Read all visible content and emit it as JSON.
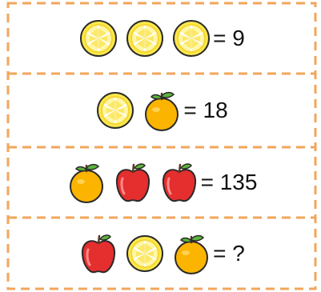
{
  "colors": {
    "border": "#F2A65A",
    "lemon": "#FCE84A",
    "orange": "#FBB400",
    "apple": "#E52E2E",
    "outline": "#2A2A2A"
  },
  "rows": [
    {
      "fruits": [
        "lemon-slice-icon",
        "lemon-slice-icon",
        "lemon-slice-icon"
      ],
      "equation": "= 9"
    },
    {
      "fruits": [
        "lemon-slice-icon",
        "orange-icon"
      ],
      "equation": "= 18"
    },
    {
      "fruits": [
        "orange-icon",
        "apple-icon",
        "apple-icon"
      ],
      "equation": "= 135"
    },
    {
      "fruits": [
        "apple-icon",
        "lemon-slice-icon",
        "orange-icon"
      ],
      "equation": "= ?"
    }
  ]
}
